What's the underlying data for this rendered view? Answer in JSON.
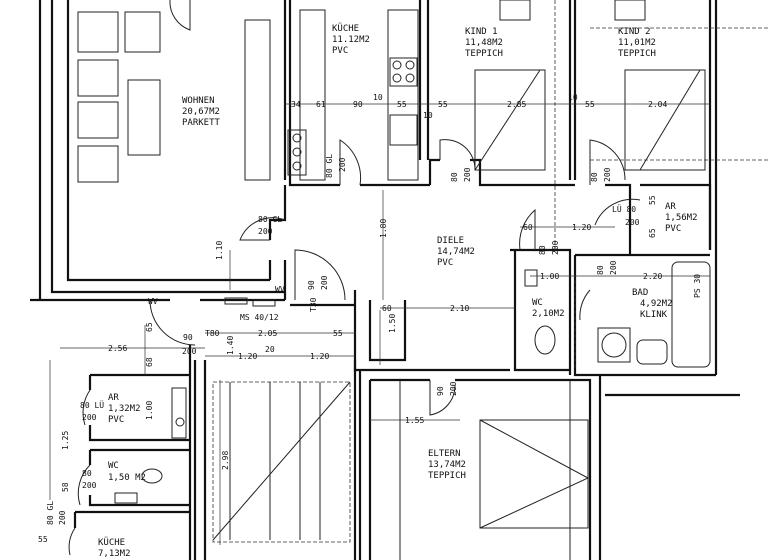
{
  "rooms": [
    {
      "name": "WOHNEN",
      "area": "20,67M2",
      "floor": "PARKETT"
    },
    {
      "name": "KÜCHE",
      "area": "11.12M2",
      "floor": "PVC"
    },
    {
      "name": "KIND 1",
      "area": "11,48M2",
      "floor": "TEPPICH"
    },
    {
      "name": "KIND 2",
      "area": "11,01M2",
      "floor": "TEPPICH"
    },
    {
      "name": "DIELE",
      "area": "14,74M2",
      "floor": "PVC"
    },
    {
      "name": "AR",
      "area": "1,56M2",
      "floor": "PVC"
    },
    {
      "name": "WC",
      "area": "2,10M2",
      "floor": ""
    },
    {
      "name": "BAD",
      "area": "4,92M2",
      "floor": "KLINK"
    },
    {
      "name": "ELTERN",
      "area": "13,74M2",
      "floor": "TEPPICH"
    },
    {
      "name": "AR",
      "area": "1,32M2",
      "floor": "PVC"
    },
    {
      "name": "WC",
      "area": "1,50 M2",
      "floor": ""
    },
    {
      "name": "KÜCHE",
      "area": "7,13M2",
      "floor": ""
    }
  ],
  "dimensions": {
    "top_row": [
      "34",
      "61",
      "90",
      "10",
      "55",
      "10",
      "55",
      "2.85",
      "10",
      "55",
      "2.04"
    ],
    "diele_vertical": "1.80",
    "diele_horizontal": "2.10",
    "diele_60": "60",
    "diele_150": "1.50",
    "wohnen_vertical": "1.10",
    "wc_width": "1.00",
    "wc_60": "60",
    "ar_120": "1.20",
    "ar_55": "55",
    "ar_65": "65",
    "bad_width": "2.20",
    "bad_ps": "PS 30",
    "eltern_155": "1.55",
    "ms": "MS 40/12",
    "t80": "T80",
    "t30": "T30",
    "ms_205": "2.05",
    "ms_55": "55",
    "ms_120a": "1.20",
    "ms_20": "20",
    "ms_120b": "1.20",
    "ms_140": "1.40",
    "left_256": "2.56",
    "left_65": "65",
    "left_68": "68",
    "left_100": "1.00",
    "left_125": "1.25",
    "left_58": "58",
    "left_55": "55",
    "stair_298": "2.98",
    "wv": "WV"
  },
  "doors": [
    {
      "w": "80 GL",
      "h": "200"
    },
    {
      "w": "80",
      "h": "200"
    },
    {
      "w": "80",
      "h": "200"
    },
    {
      "w": "80 GL",
      "h": "200"
    },
    {
      "w": "90",
      "h": "200"
    },
    {
      "w": "LÜ 80",
      "h": "200"
    },
    {
      "w": "80",
      "h": "200"
    },
    {
      "w": "80",
      "h": "200"
    },
    {
      "w": "90",
      "h": "200"
    },
    {
      "w": "90",
      "h": "200"
    },
    {
      "w": "80 LÜ",
      "h": "200"
    },
    {
      "w": "80",
      "h": "200"
    },
    {
      "w": "80 GL",
      "h": "200"
    }
  ]
}
